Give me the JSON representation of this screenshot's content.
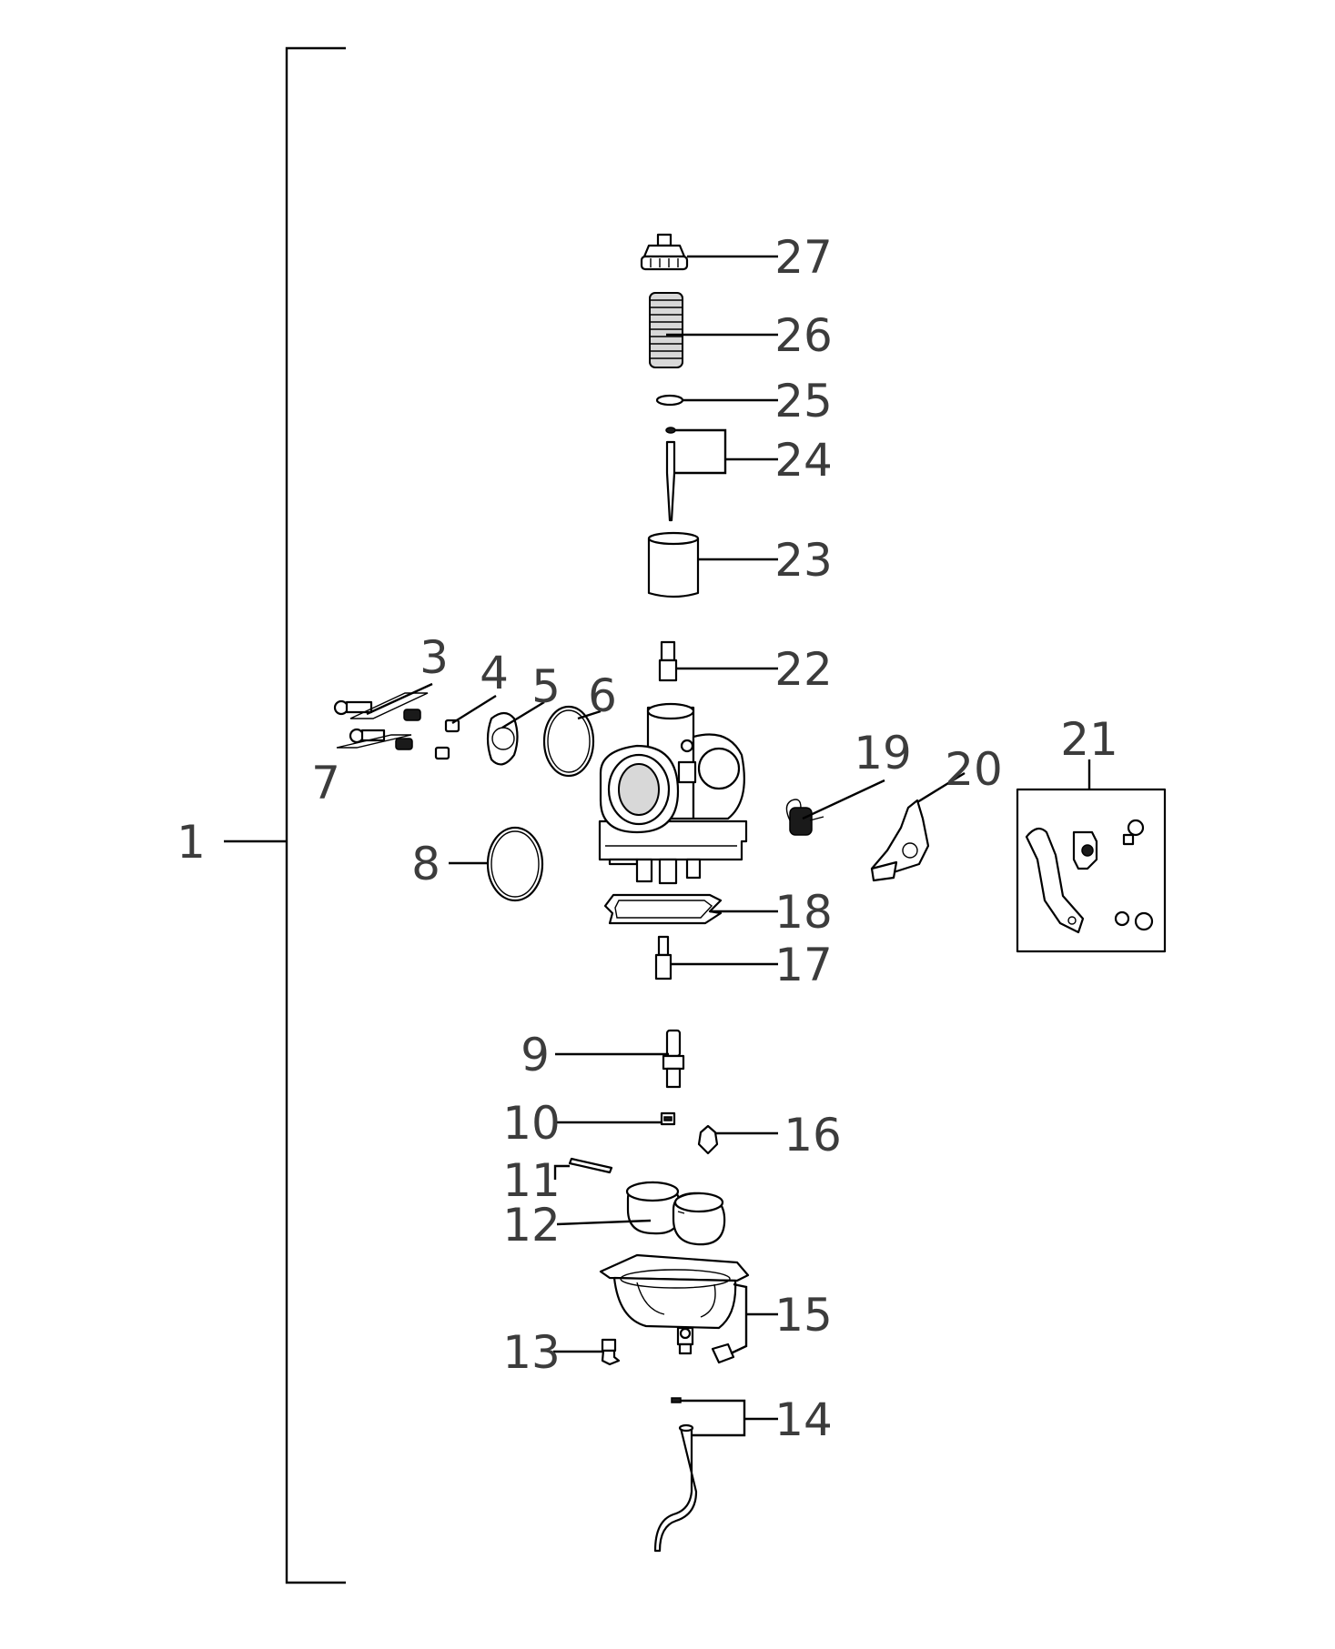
{
  "callouts": {
    "c1": "1",
    "c3": "3",
    "c4": "4",
    "c5": "5",
    "c6": "6",
    "c7": "7",
    "c8": "8",
    "c9": "9",
    "c10": "10",
    "c11": "11",
    "c12": "12",
    "c13": "13",
    "c14": "14",
    "c15": "15",
    "c16": "16",
    "c17": "17",
    "c18": "18",
    "c19": "19",
    "c20": "20",
    "c21": "21",
    "c22": "22",
    "c23": "23",
    "c24": "24",
    "c25": "25",
    "c26": "26",
    "c27": "27"
  },
  "colors": {
    "ink": "#000000",
    "label": "#3c3c3c",
    "background": "#ffffff"
  },
  "parts": [
    "banjo-cap",
    "throttle-spring",
    "needle-clip",
    "jet-needle",
    "throttle-slide",
    "choke-plunger",
    "screw",
    "spring",
    "adjuster",
    "cover-plate",
    "o-ring",
    "carburetor-body",
    "return-spring",
    "throttle-lever",
    "linkage-kit",
    "o-ring-large",
    "gasket",
    "pilot-jet",
    "main-jet-holder",
    "main-jet",
    "float-pin",
    "float",
    "float-bowl",
    "bowl-screw",
    "drain-hose",
    "float-needle"
  ]
}
